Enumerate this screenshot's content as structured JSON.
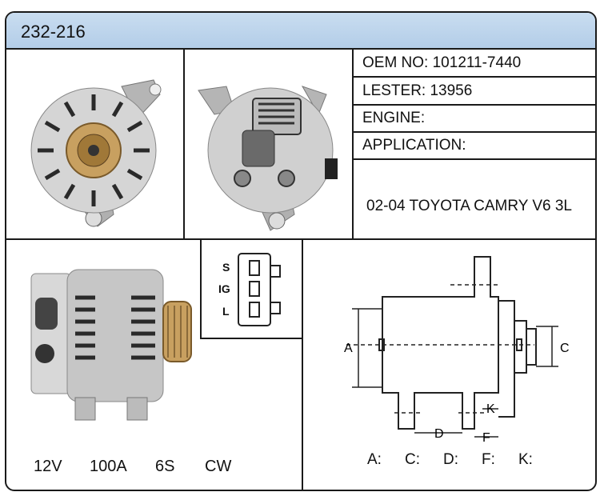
{
  "part_number": "232-216",
  "info": {
    "oem": "OEM NO: 101211-7440",
    "lester": "LESTER: 13956",
    "engine": "ENGINE:",
    "application": "APPLICATION:",
    "vehicle": "02-04 TOYOTA CAMRY V6 3L"
  },
  "connector": {
    "pins": [
      "S",
      "IG",
      "L"
    ]
  },
  "specs": [
    "12V",
    "100A",
    "6S",
    "CW"
  ],
  "dimensions": {
    "diagram_labels": [
      "A",
      "C",
      "D",
      "F",
      "K"
    ],
    "keys": [
      "A:",
      "C:",
      "D:",
      "F:",
      "K:"
    ]
  },
  "colors": {
    "title_bg": "#c0d6ec",
    "border": "#1a1a1a",
    "pulley": "#c8a060"
  }
}
